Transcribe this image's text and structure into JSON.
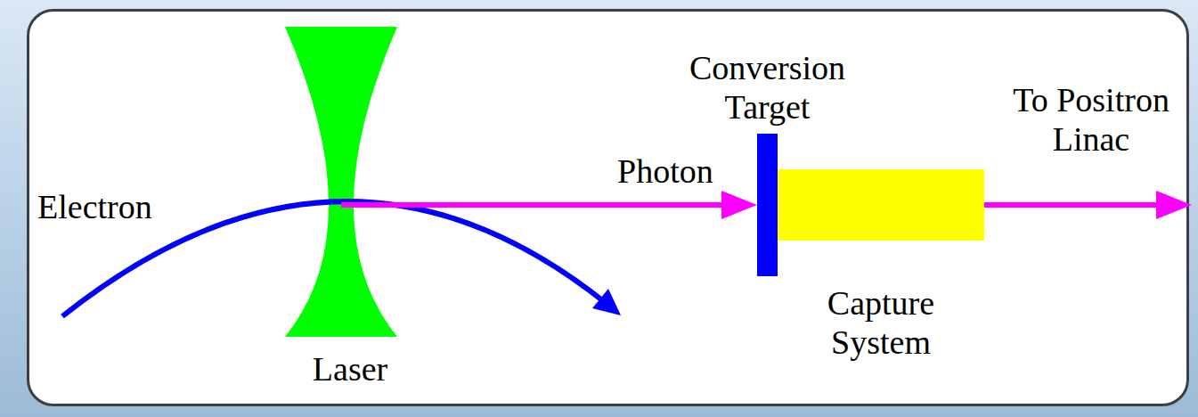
{
  "diagram": {
    "nodes": [
      {
        "text": [
          "Laser"
        ]
      },
      {
        "text": [
          "Conversion Target"
        ]
      },
      {
        "text": [
          "Capture System"
        ]
      }
    ],
    "edges": [
      {
        "from": 0,
        "to": 1,
        "arrow": "to",
        "label": "Photon"
      }
    ],
    "labels": [
      "Electron",
      "To Positron Linac"
    ]
  }
}
